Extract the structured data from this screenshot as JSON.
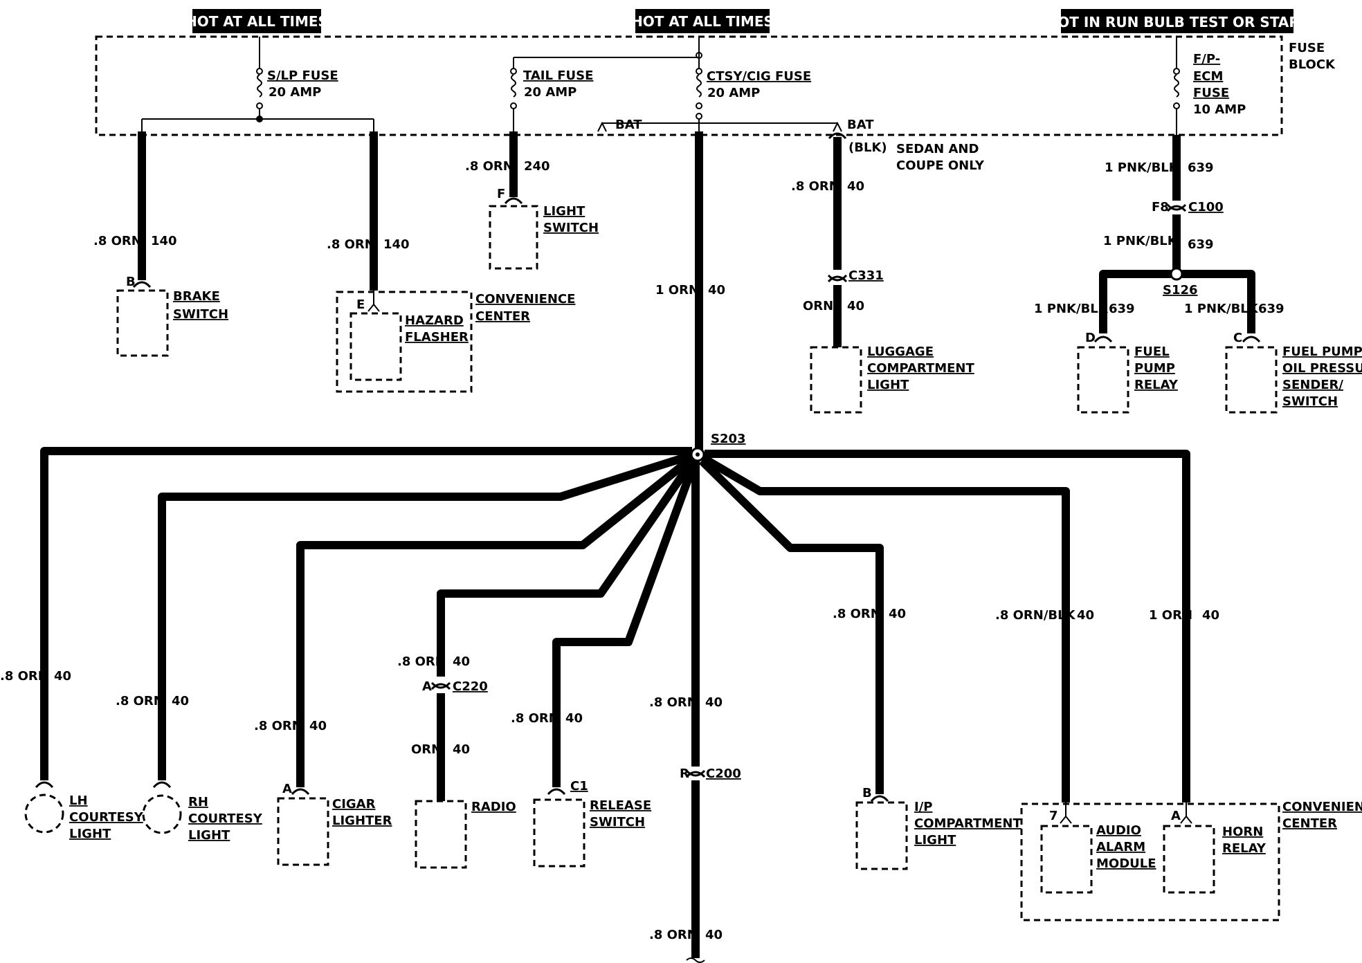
{
  "headers": {
    "h1": "HOT AT ALL TIMES",
    "h2": "HOT AT ALL TIMES",
    "h3": "HOT IN RUN BULB TEST OR START"
  },
  "fuse_block": [
    "FUSE",
    "BLOCK"
  ],
  "fuses": {
    "slp": {
      "name": "S/LP FUSE",
      "amp": "20 AMP"
    },
    "tail": {
      "name": "TAIL FUSE",
      "amp": "20 AMP"
    },
    "ctsy": {
      "name": "CTSY/CIG FUSE",
      "amp": "20 AMP"
    },
    "fpecm": {
      "l1": "F/P-",
      "l2": "ECM",
      "l3": "FUSE",
      "amp": "10 AMP"
    }
  },
  "bat": "BAT",
  "sedan": {
    "blk": "(BLK)",
    "l1": "SEDAN AND",
    "l2": "COUPE ONLY"
  },
  "wires": {
    "brake": {
      "size": ".8 ORN",
      "num": "140"
    },
    "hazard": {
      "size": ".8 ORN",
      "num": "140"
    },
    "light": {
      "size": ".8 ORN",
      "num": "240"
    },
    "main": {
      "size": "1 ORN",
      "num": "40"
    },
    "lug_top": {
      "size": ".8 ORN",
      "num": "40"
    },
    "lug_bot": {
      "size": "ORN",
      "num": "40"
    },
    "fp_top": {
      "size": "1 PNK/BLK",
      "num": "639"
    },
    "fp_mid": {
      "size": "1 PNK/BLK",
      "num": "639"
    },
    "fp_left": {
      "size": "1 PNK/BLK",
      "num": "639"
    },
    "fp_right": {
      "size": "1 PNK/BLK",
      "num": "639"
    },
    "lh": {
      "size": ".8 ORN",
      "num": "40"
    },
    "rh": {
      "size": ".8 ORN",
      "num": "40"
    },
    "cigar": {
      "size": ".8 ORN",
      "num": "40"
    },
    "radio_top": {
      "size": ".8 ORN",
      "num": "40"
    },
    "radio_bot": {
      "size": "ORN",
      "num": "40"
    },
    "release": {
      "size": ".8 ORN",
      "num": "40"
    },
    "down_top": {
      "size": ".8 ORN",
      "num": "40"
    },
    "down_bot": {
      "size": ".8 ORN",
      "num": "40"
    },
    "ip": {
      "size": ".8 ORN",
      "num": "40"
    },
    "audio": {
      "size": ".8 ORN/BLK",
      "num": "40"
    },
    "horn": {
      "size": "1 ORN",
      "num": "40"
    }
  },
  "pins": {
    "b1": "B",
    "e": "E",
    "f": "F",
    "d": "D",
    "c": "C",
    "a1": "A",
    "a2": "A",
    "r": "R",
    "b2": "B",
    "seven": "7",
    "a3": "A"
  },
  "connectors": {
    "c331": "C331",
    "c100": "C100",
    "f8": "F8",
    "c220": "C220",
    "c200": "C200",
    "c1": "C1"
  },
  "splices": {
    "s126": "S126",
    "s203": "S203"
  },
  "components": {
    "brake": [
      "BRAKE",
      "SWITCH"
    ],
    "conv1": [
      "CONVENIENCE",
      "CENTER"
    ],
    "hazard": [
      "HAZARD",
      "FLASHER"
    ],
    "light": [
      "LIGHT",
      "SWITCH"
    ],
    "luggage": [
      "LUGGAGE",
      "COMPARTMENT",
      "LIGHT"
    ],
    "fuelrelay": [
      "FUEL",
      "PUMP",
      "RELAY"
    ],
    "fuelpump": [
      "FUEL PUMP/",
      "OIL PRESSURE",
      "SENDER/",
      "SWITCH"
    ],
    "lh": [
      "LH",
      "COURTESY",
      "LIGHT"
    ],
    "rh": [
      "RH",
      "COURTESY",
      "LIGHT"
    ],
    "cigar": [
      "CIGAR",
      "LIGHTER"
    ],
    "radio": [
      "RADIO"
    ],
    "release": [
      "RELEASE",
      "SWITCH"
    ],
    "ip": [
      "I/P",
      "COMPARTMENT",
      "LIGHT"
    ],
    "audio": [
      "AUDIO",
      "ALARM",
      "MODULE"
    ],
    "horn": [
      "HORN",
      "RELAY"
    ],
    "conv2": [
      "CONVENIENCE",
      "CENTER"
    ]
  }
}
